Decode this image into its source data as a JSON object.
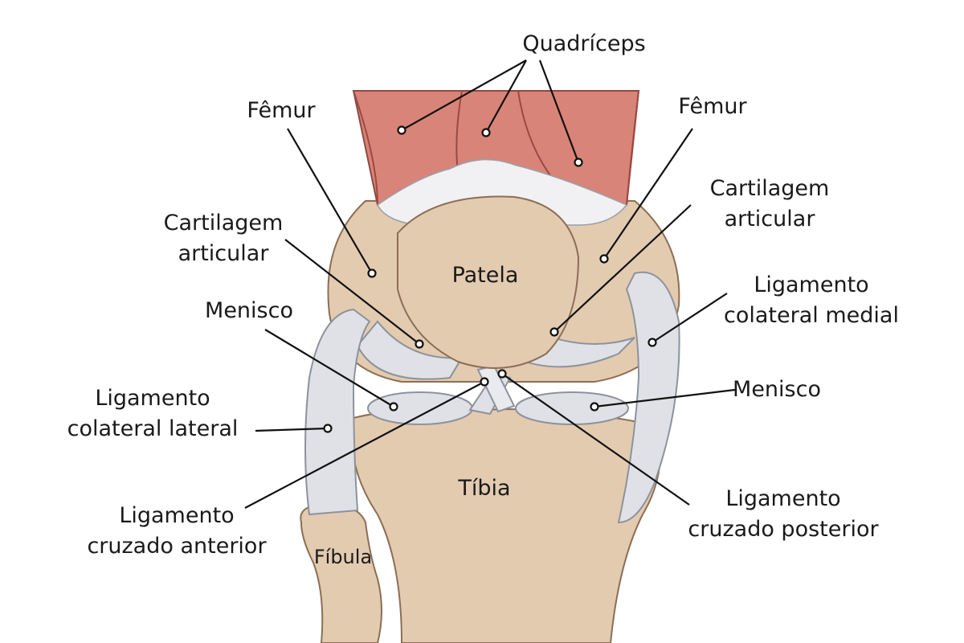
{
  "labels": {
    "quadriceps": "Quadríceps",
    "femur_left": "Fêmur",
    "femur_right": "Fêmur",
    "cartilage_left": [
      "Cartilagem",
      "articular"
    ],
    "cartilage_right": [
      "Cartilagem",
      "articular"
    ],
    "patella": "Patela",
    "meniscus_left": "Menisco",
    "meniscus_right": "Menisco",
    "mcl": [
      "Ligamento",
      "colateral medial"
    ],
    "lcl": [
      "Ligamento",
      "colateral lateral"
    ],
    "tibia": "Tíbia",
    "fibula": "Fíbula",
    "acl": [
      "Ligamento",
      "cruzado anterior"
    ],
    "pcl": [
      "Ligamento",
      "cruzado posterior"
    ]
  },
  "colors": {
    "bone": "#e3cbb0",
    "bone_shadow": "#c9a988",
    "muscle": "#d98478",
    "muscle_dark": "#b85a50",
    "ligament": "#dfe1e6",
    "ligament_shadow": "#a9adb7",
    "line": "#111111"
  }
}
